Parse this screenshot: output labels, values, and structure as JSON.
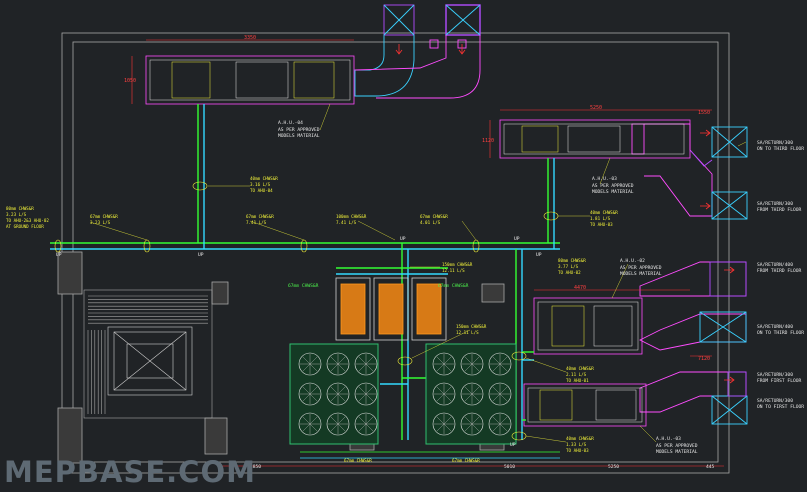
{
  "watermark": "MEPBASE.COM",
  "colors": {
    "background": "#202326",
    "wall": "#a7a7a7",
    "duct": "#ff4cff",
    "duct_alt": "#b14cff",
    "chw_supply": "#33ff33",
    "chw_return": "#33d9ff",
    "text": "#f2f23a",
    "dimension": "#ff3333",
    "equipment": "#ff9a1f",
    "cooling_tower": "#2fbf6f"
  },
  "dimensions": {
    "top_ahu_width": "3350",
    "top_ahu_height": "1050",
    "right_ahu_width": "5250",
    "right_ahu_offset": "1550",
    "right_ahu_height": "1120",
    "mid_right_width": "4470",
    "mid_right_gap": "7120",
    "bottom_1": "1850",
    "bottom_2": "5010",
    "bottom_3": "5250",
    "bottom_4": "445"
  },
  "ahu_labels": {
    "ahu_04": [
      "A.H.U.-04",
      "AS PER APPROVED",
      "MODELS MATERIAL"
    ],
    "ahu_03_top": [
      "A.H.U.-03",
      "AS PER APPROVED",
      "MODELS MATERIAL"
    ],
    "ahu_02": [
      "A.H.U.-02",
      "AS PER APPROVED",
      "MODELS MATERIAL"
    ],
    "ahu_01": [
      "A.H.U.-03",
      "AS PER APPROVED",
      "MODELS MATERIAL"
    ]
  },
  "pipe_labels": {
    "riser_ahu04": [
      "40mm CHWS&R",
      "3.16 L/S",
      "TO AHU-04"
    ],
    "riser_ground": [
      "80mm CHWS&R",
      "3.23 L/S",
      "TO AHU-2&3 AHU-02",
      "AT GROUND FLOOR"
    ],
    "main_1": [
      "67mm CHWS&R",
      "3.23 L/S"
    ],
    "main_2": [
      "67mm CHWS&R",
      "7.41 L/S"
    ],
    "main_3": [
      "100mm CHWS&R",
      "7.41 L/S"
    ],
    "main_4": [
      "67mm CHWS&R",
      "4.01 L/S"
    ],
    "to_ahu03": [
      "40mm CHWS&R",
      "1.81 L/S",
      "TO AHU-03"
    ],
    "chiller_header": [
      "150mm CHWS&R",
      "12.11 L/S"
    ],
    "chiller_branch": [
      "67mm CHWS&R"
    ],
    "chiller_branch_2": [
      "67mm CHWS&R"
    ],
    "to_ahu02": [
      "80mm CHWS&R",
      "3.77 L/S",
      "TO AHU-02"
    ],
    "tower_header": [
      "150mm CHWS&R",
      "12.11 L/S"
    ],
    "to_ahu01": [
      "40mm CHWS&R",
      "2.11 L/S",
      "TO AHU-01"
    ],
    "to_ahu03_low": [
      "40mm CHWS&R",
      "1.33 L/S",
      "TO AHU-03"
    ],
    "ct_left": [
      "67mm CHWS&R"
    ],
    "ct_right": [
      "67mm CHWS&R"
    ]
  },
  "duct_labels": {
    "r1": [
      "SA/RETURN/300",
      "ON TO THIRD FLOOR"
    ],
    "r2": [
      "SA/RETURN/300",
      "FROM THIRD FLOOR"
    ],
    "r3": [
      "SA/RETURN/400",
      "FROM THIRD FLOOR"
    ],
    "r4": [
      "SA/RETURN/400",
      "ON TO THIRD FLOOR"
    ],
    "r5": [
      "SA/RETURN/300",
      "FROM FIRST FLOOR"
    ],
    "r6": [
      "SA/RETURN/300",
      "ON TO FIRST FLOOR"
    ]
  },
  "markers": [
    "UP",
    "UP",
    "UP",
    "UP",
    "UP",
    "UP"
  ]
}
